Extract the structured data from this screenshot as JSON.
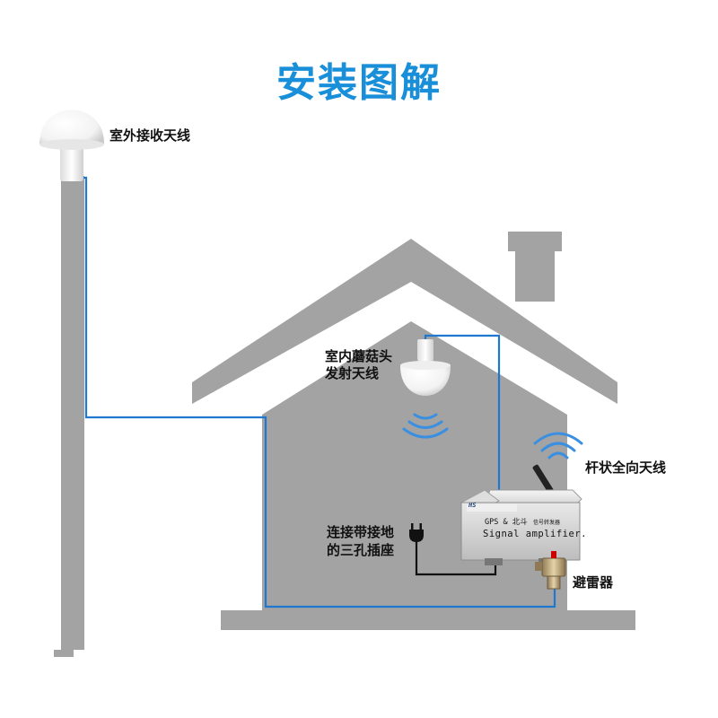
{
  "title": "安装图解",
  "colors": {
    "title": "#1a8fd9",
    "house": "#a3a3a3",
    "cable": "#1f77d0",
    "ground_wire": "#111111",
    "signal": "#3a8fe0",
    "background": "#ffffff"
  },
  "labels": {
    "outdoor_antenna": "室外接收天线",
    "indoor_antenna_line1": "室内蘑菇头",
    "indoor_antenna_line2": "发射天线",
    "rod_antenna": "杆状全向天线",
    "socket_line1": "连接带接地",
    "socket_line2": "的三孔插座",
    "lightning_arrester": "避雷器"
  },
  "amplifier": {
    "logo": "HS",
    "line1_left": "GPS & 北斗",
    "line1_right": "信号转发器",
    "line2": "Signal amplifier."
  },
  "icons": [
    "mushroom-antenna-icon",
    "rod-antenna-icon",
    "plug-icon",
    "lightning-arrester-icon",
    "signal-waves-icon"
  ]
}
